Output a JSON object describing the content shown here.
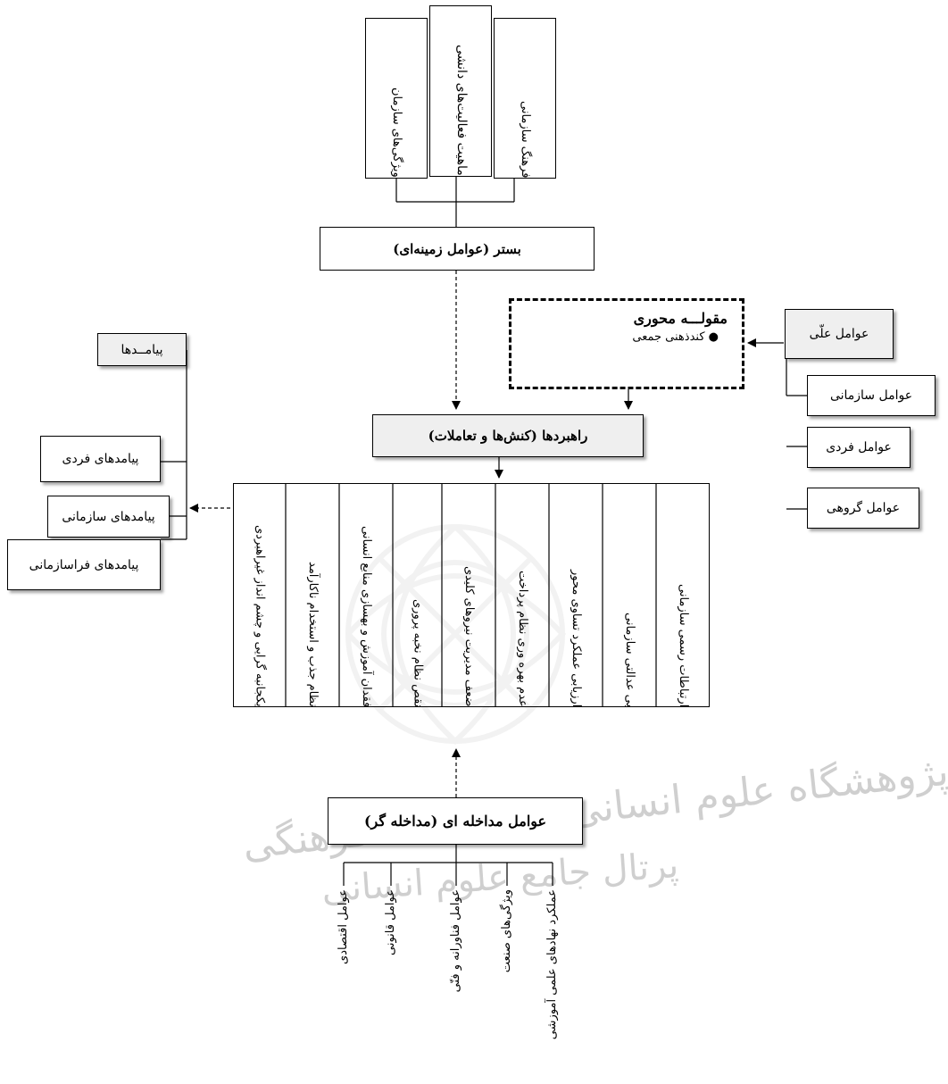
{
  "context": {
    "factors": [
      "ویژگی‌های سازمان",
      "ماهیت فعالیت‌های دانشی",
      "فرهنگ سازمانی"
    ],
    "title": "بستر (عوامل زمینه‌ای)"
  },
  "core": {
    "title": "مقولـــه محوری",
    "item": "کندذهنی جمعی"
  },
  "causal": {
    "title": "عوامل علّی",
    "items": [
      "عوامل فردی",
      "عوامل گروهی",
      "عوامل سازمانی"
    ]
  },
  "outcomes": {
    "title": "پیامــدها",
    "items": [
      "پیامدهای فردی",
      "پیامدهای سازمانی",
      "پیامدهای فراسازمانی"
    ]
  },
  "strategies": {
    "title": "راهبردها (کنش‌ها و تعاملات)",
    "items": [
      "یکجانبه گرایی و چشم انداز غیراهبردی",
      "نظام جذب و استخدام ناکارآمد",
      "فقدان آموزش و بهسازی منابع انسانی",
      "نقص نظام نخبه پروری",
      "ضعف مدیریت نیروهای کلیدی",
      "عدم بهره وری نظام پرداخت",
      "ارزیابی عملکرد تساوی محور",
      "بی عدالتی سازمانی",
      "ارتباطات رسمی سازمانی"
    ]
  },
  "intervening": {
    "title": "عوامل مداخله ای (مداخله گر)",
    "items": [
      "عوامل اقتصادی",
      "عوامل قانونی",
      "عوامل فناورانه و فنّی",
      "ویژگی‌های صنعت",
      "عملکرد نهادهای علمی آموزشی"
    ]
  }
}
